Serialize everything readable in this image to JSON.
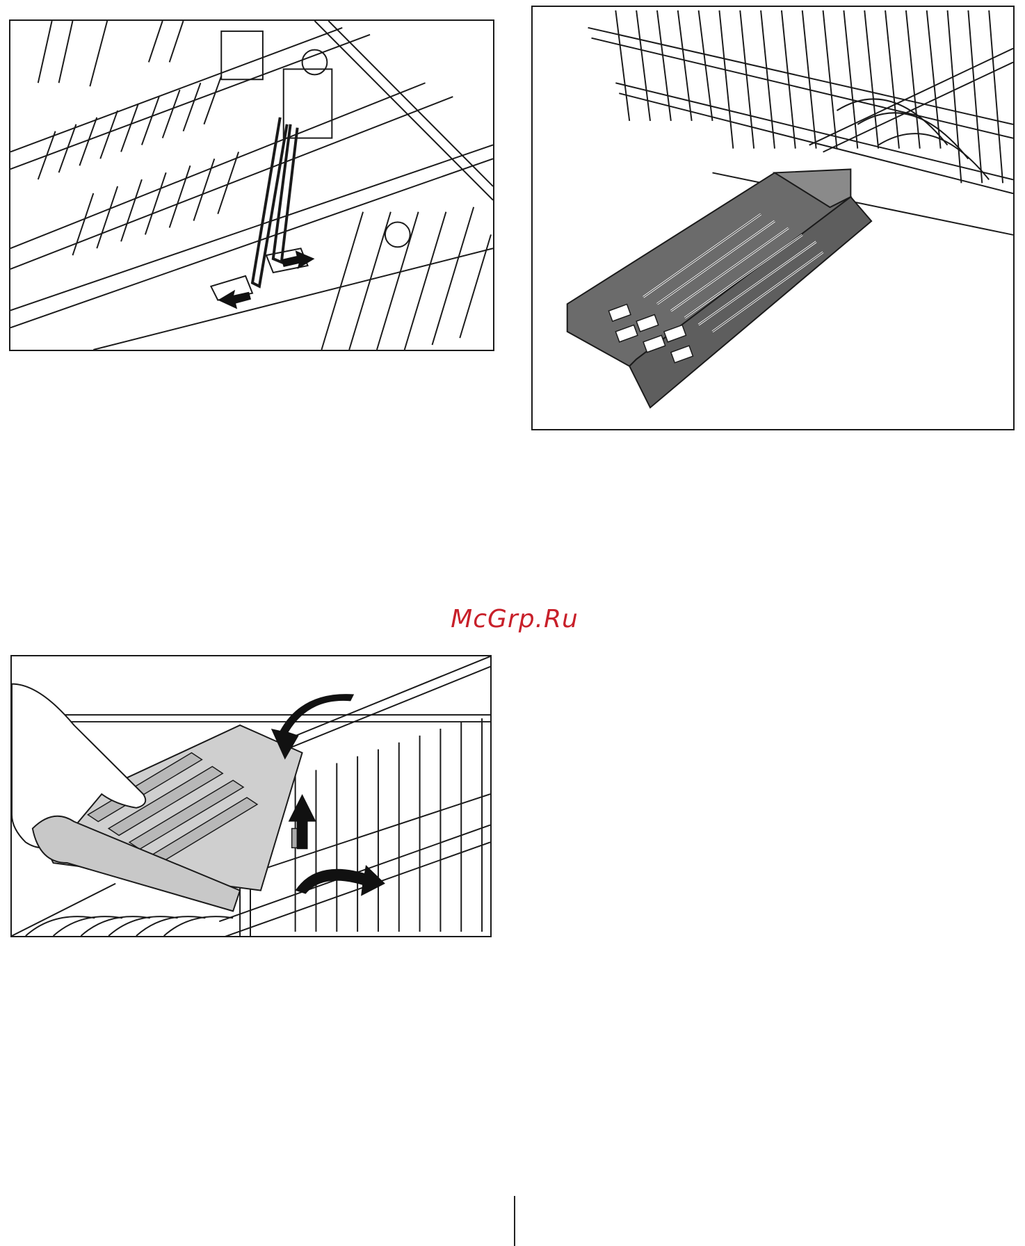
{
  "watermark": {
    "text": "McGrp.Ru",
    "color": "#c8202a"
  },
  "colors": {
    "line": "#1a1a1a",
    "basket_fill": "#6b6b6b",
    "handle_fill": "#d4d4d4",
    "arrow": "#111111"
  },
  "figures": [
    {
      "id": "fig-1",
      "icon": "upper-basket-rack-wire-illustration"
    },
    {
      "id": "fig-2",
      "icon": "cutlery-drawer-slide-out-illustration"
    },
    {
      "id": "fig-3",
      "icon": "hand-folding-plate-rack-illustration"
    }
  ]
}
